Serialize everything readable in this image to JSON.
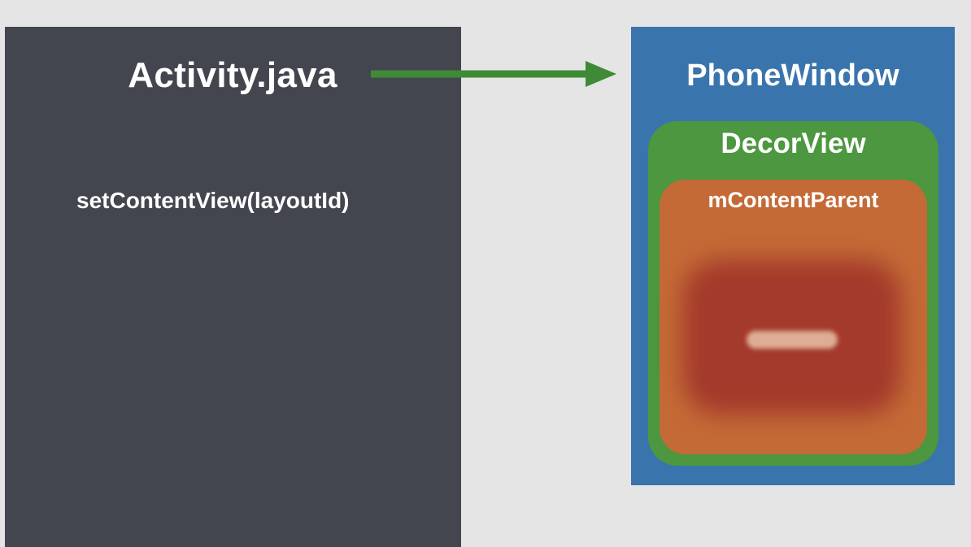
{
  "activity": {
    "title": "Activity.java",
    "call": "setContentView(layoutId)"
  },
  "window": {
    "title": "PhoneWindow",
    "decor_view": {
      "title": "DecorView",
      "content_parent": {
        "title": "mContentParent"
      }
    }
  },
  "colors": {
    "background": "#e4e5e4",
    "activity_panel": "#43464f",
    "arrow": "#3f8a37",
    "phone_window": "#3a74ac",
    "decor_view": "#4c973f",
    "content_parent": "#c46a36",
    "layout": "#a33a2b"
  }
}
